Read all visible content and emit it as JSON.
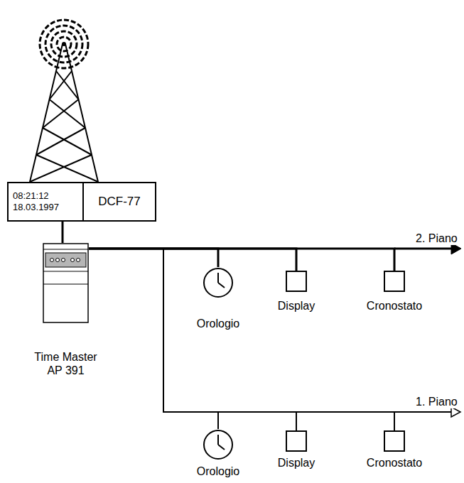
{
  "diagram": {
    "nodes": [
      {
        "text": [
          "08:21:12 18.03.1997"
        ]
      },
      {
        "text": [
          "DCF-77"
        ]
      },
      {
        "text": [
          "Time Master AP 391"
        ]
      },
      {
        "text": [
          "Orologio"
        ]
      },
      {
        "text": [
          "Display"
        ]
      },
      {
        "text": [
          "Cronostato"
        ]
      },
      {
        "text": [
          "Orologio"
        ]
      },
      {
        "text": [
          "Display"
        ]
      },
      {
        "text": [
          "Cronostato"
        ]
      }
    ],
    "edges": [
      {
        "from": 0,
        "to": 2,
        "arrow": "none"
      },
      {
        "from": 2,
        "to": 3,
        "arrow": "none"
      },
      {
        "from": 2,
        "to": 4,
        "arrow": "none"
      },
      {
        "from": 2,
        "to": 5,
        "arrow": "none"
      },
      {
        "from": 2,
        "to": 6,
        "arrow": "none"
      },
      {
        "from": 2,
        "to": 7,
        "arrow": "none"
      },
      {
        "from": 2,
        "to": 8,
        "arrow": "none"
      }
    ],
    "labels": [
      "2. Piano",
      "1. Piano"
    ]
  }
}
